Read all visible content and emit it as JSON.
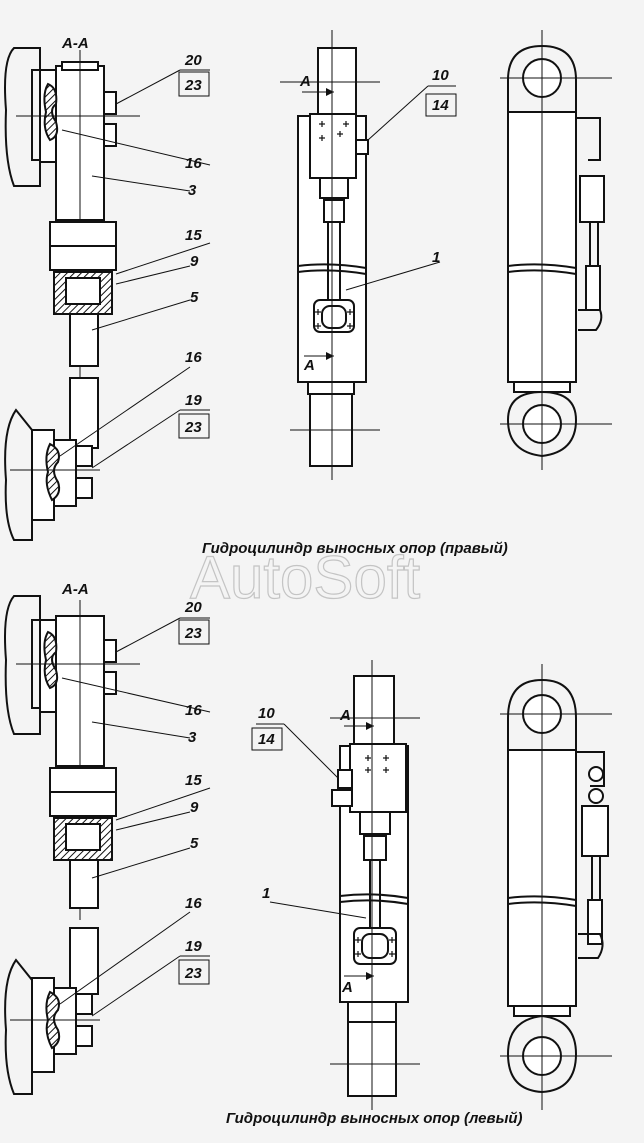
{
  "top": {
    "section_label": "A-A",
    "caption": "Гидроцилиндр выносных опор (правый)",
    "labels": [
      "20",
      "23",
      "16",
      "3",
      "15",
      "9",
      "5",
      "16",
      "19",
      "23",
      "10",
      "14",
      "1",
      "A",
      "A"
    ]
  },
  "bottom": {
    "section_label": "A-A",
    "caption": "Гидроцилиндр выносных опор (левый)",
    "labels": [
      "20",
      "23",
      "16",
      "3",
      "15",
      "9",
      "5",
      "16",
      "19",
      "23",
      "10",
      "14",
      "1",
      "A",
      "A"
    ]
  },
  "watermark": "AutoSoft"
}
